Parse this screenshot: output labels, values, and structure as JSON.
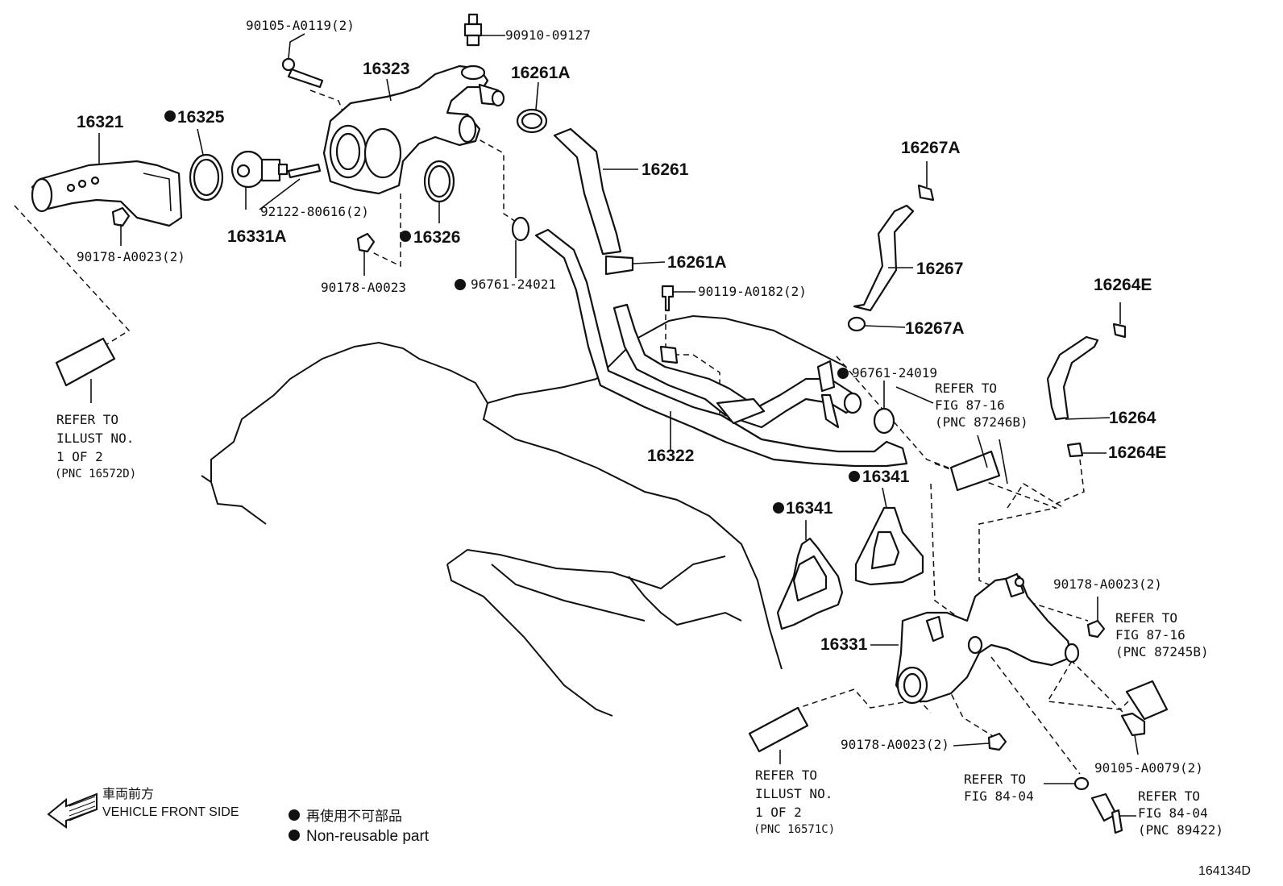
{
  "diagram": {
    "figure_id": "164134D",
    "direction_jp": "車両前方",
    "direction_en": "VEHICLE FRONT SIDE",
    "legend_jp": "再使用不可部品",
    "legend_en": "Non-reusable part",
    "parts": {
      "p16321": "16321",
      "p16325": "16325",
      "p16331A": "16331A",
      "p16323": "16323",
      "p16326": "16326",
      "p16261A_top": "16261A",
      "p16261": "16261",
      "p16261A_bot": "16261A",
      "p16267A_top": "16267A",
      "p16267": "16267",
      "p16267A_bot": "16267A",
      "p16264E_top": "16264E",
      "p16264": "16264",
      "p16264E_bot": "16264E",
      "p16322": "16322",
      "p16341_a": "16341",
      "p16341_b": "16341",
      "p16331": "16331"
    },
    "fasteners": {
      "f90105_a0119": "90105-A0119(2)",
      "f90910_09127": "90910-09127",
      "f92122_80616": "92122-80616(2)",
      "f90178_a0023_2a": "90178-A0023(2)",
      "f90178_a0023": "90178-A0023",
      "f96761_24021": "96761-24021",
      "f90119_a0182": "90119-A0182(2)",
      "f96761_24019": "96761-24019",
      "f90178_a0023_2b": "90178-A0023(2)",
      "f90178_a0023_2c": "90178-A0023(2)",
      "f90105_a0079": "90105-A0079(2)"
    },
    "refs": {
      "left": [
        "REFER TO",
        "ILLUST NO.",
        "1 OF 2",
        "(PNC 16572D)"
      ],
      "bottom": [
        "REFER TO",
        "ILLUST NO.",
        "1 OF 2",
        "(PNC 16571C)"
      ],
      "fig8716_upper": [
        "REFER TO",
        "FIG 87-16",
        "(PNC 87246B)"
      ],
      "fig8716_lower": [
        "REFER TO",
        "FIG 87-16",
        "(PNC 87245B)"
      ],
      "fig8404": [
        "REFER TO",
        "FIG 84-04"
      ],
      "fig8404_pnc": [
        "REFER TO",
        "FIG 84-04",
        "(PNC 89422)"
      ]
    }
  }
}
